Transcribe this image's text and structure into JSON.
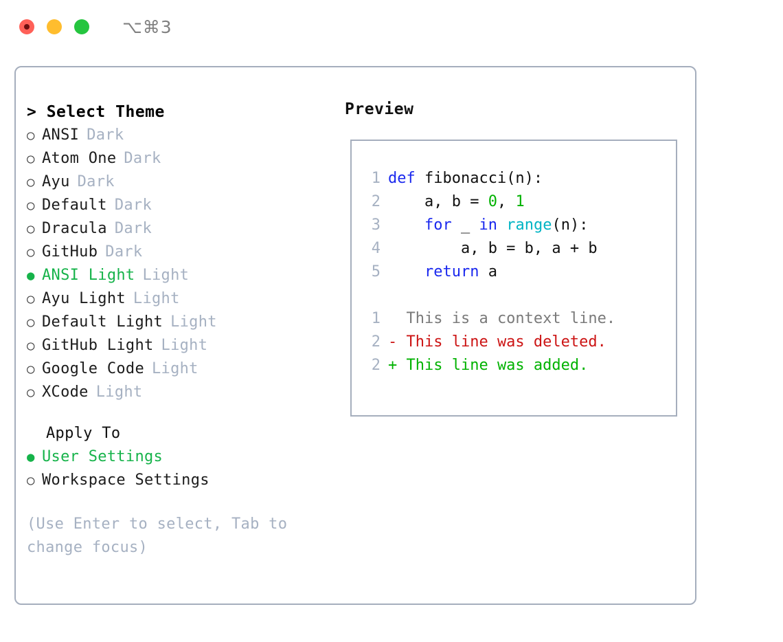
{
  "titlebar": {
    "traffic_lights": [
      {
        "name": "close-button",
        "color": "#ff6058",
        "recording": true
      },
      {
        "name": "minimize-button",
        "color": "#ffbd2e",
        "recording": false
      },
      {
        "name": "zoom-button",
        "color": "#25c53f",
        "recording": false
      }
    ],
    "shortcut": "⌥⌘3"
  },
  "left_pane": {
    "heading": "> Select Theme",
    "themes": [
      {
        "marker": "○",
        "name": "ANSI",
        "tag": "Dark",
        "selected": false
      },
      {
        "marker": "○",
        "name": "Atom One",
        "tag": "Dark",
        "selected": false
      },
      {
        "marker": "○",
        "name": "Ayu",
        "tag": "Dark",
        "selected": false
      },
      {
        "marker": "○",
        "name": "Default",
        "tag": "Dark",
        "selected": false
      },
      {
        "marker": "○",
        "name": "Dracula",
        "tag": "Dark",
        "selected": false
      },
      {
        "marker": "○",
        "name": "GitHub",
        "tag": "Dark",
        "selected": false
      },
      {
        "marker": "●",
        "name": "ANSI Light",
        "tag": "Light",
        "selected": true
      },
      {
        "marker": "○",
        "name": "Ayu Light",
        "tag": "Light",
        "selected": false
      },
      {
        "marker": "○",
        "name": "Default Light",
        "tag": "Light",
        "selected": false
      },
      {
        "marker": "○",
        "name": "GitHub Light",
        "tag": "Light",
        "selected": false
      },
      {
        "marker": "○",
        "name": "Google Code",
        "tag": "Light",
        "selected": false
      },
      {
        "marker": "○",
        "name": "XCode",
        "tag": "Light",
        "selected": false
      }
    ],
    "apply_to": {
      "heading": "Apply To",
      "options": [
        {
          "marker": "●",
          "name": "User Settings",
          "selected": true
        },
        {
          "marker": "○",
          "name": "Workspace Settings",
          "selected": false
        }
      ]
    },
    "hint": "(Use Enter to select, Tab to change focus)"
  },
  "preview": {
    "title": "Preview",
    "code_lines": [
      {
        "no": "1",
        "tokens": [
          {
            "t": "def ",
            "c": "kw"
          },
          {
            "t": "fibonacci(n):",
            "c": "txt"
          }
        ]
      },
      {
        "no": "2",
        "tokens": [
          {
            "t": "    a, b = ",
            "c": "txt"
          },
          {
            "t": "0",
            "c": "num"
          },
          {
            "t": ", ",
            "c": "txt"
          },
          {
            "t": "1",
            "c": "num"
          }
        ]
      },
      {
        "no": "3",
        "tokens": [
          {
            "t": "    ",
            "c": "txt"
          },
          {
            "t": "for",
            "c": "kw"
          },
          {
            "t": " _ ",
            "c": "txt"
          },
          {
            "t": "in",
            "c": "kw"
          },
          {
            "t": " ",
            "c": "txt"
          },
          {
            "t": "range",
            "c": "fn"
          },
          {
            "t": "(n):",
            "c": "txt"
          }
        ]
      },
      {
        "no": "4",
        "tokens": [
          {
            "t": "        a, b = b, a + b",
            "c": "txt"
          }
        ]
      },
      {
        "no": "5",
        "tokens": [
          {
            "t": "    ",
            "c": "txt"
          },
          {
            "t": "return",
            "c": "kw"
          },
          {
            "t": " a",
            "c": "txt"
          }
        ]
      }
    ],
    "diff_lines": [
      {
        "no": "1",
        "tokens": [
          {
            "t": "  This is a context line.",
            "c": "ctx"
          }
        ]
      },
      {
        "no": "2",
        "tokens": [
          {
            "t": "- This line was deleted.",
            "c": "del"
          }
        ]
      },
      {
        "no": "2",
        "tokens": [
          {
            "t": "+ This line was added.",
            "c": "add"
          }
        ]
      }
    ]
  },
  "colors": {
    "accent_green": "#16b34a",
    "muted_tag": "#a6b1c2",
    "border": "#a5aebd",
    "keyword": "#1a28ee",
    "number": "#00b200",
    "function": "#00b4c4",
    "deleted": "#cc1414",
    "added": "#00b200",
    "background": "#ffffff"
  }
}
